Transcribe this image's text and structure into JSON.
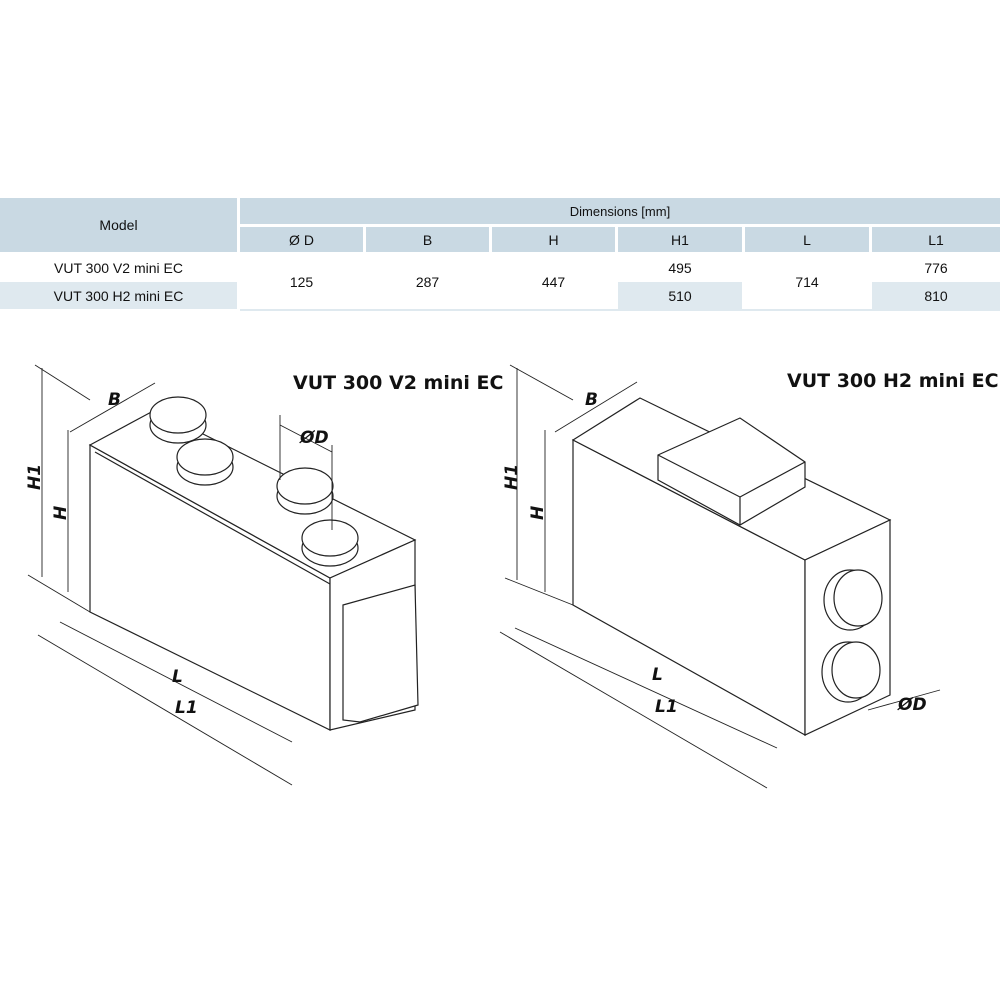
{
  "table": {
    "model_header": "Model",
    "dimensions_header": "Dimensions [mm]",
    "columns": [
      "Ø D",
      "B",
      "H",
      "H1",
      "L",
      "L1"
    ],
    "rows": [
      {
        "model": "VUT 300 V2 mini EC",
        "D": "125",
        "B": "287",
        "H": "447",
        "H1": "495",
        "L": "714",
        "L1": "776"
      },
      {
        "model": "VUT 300 H2 mini EC",
        "D": "125",
        "B": "287",
        "H": "447",
        "H1": "510",
        "L": "714",
        "L1": "810"
      }
    ]
  },
  "drawings": {
    "left_title": "VUT 300 V2 mini EC",
    "right_title": "VUT 300 H2 mini EC",
    "labels": {
      "H1": "H1",
      "H": "H",
      "B": "B",
      "L": "L",
      "L1": "L1",
      "D": "ØD"
    }
  }
}
